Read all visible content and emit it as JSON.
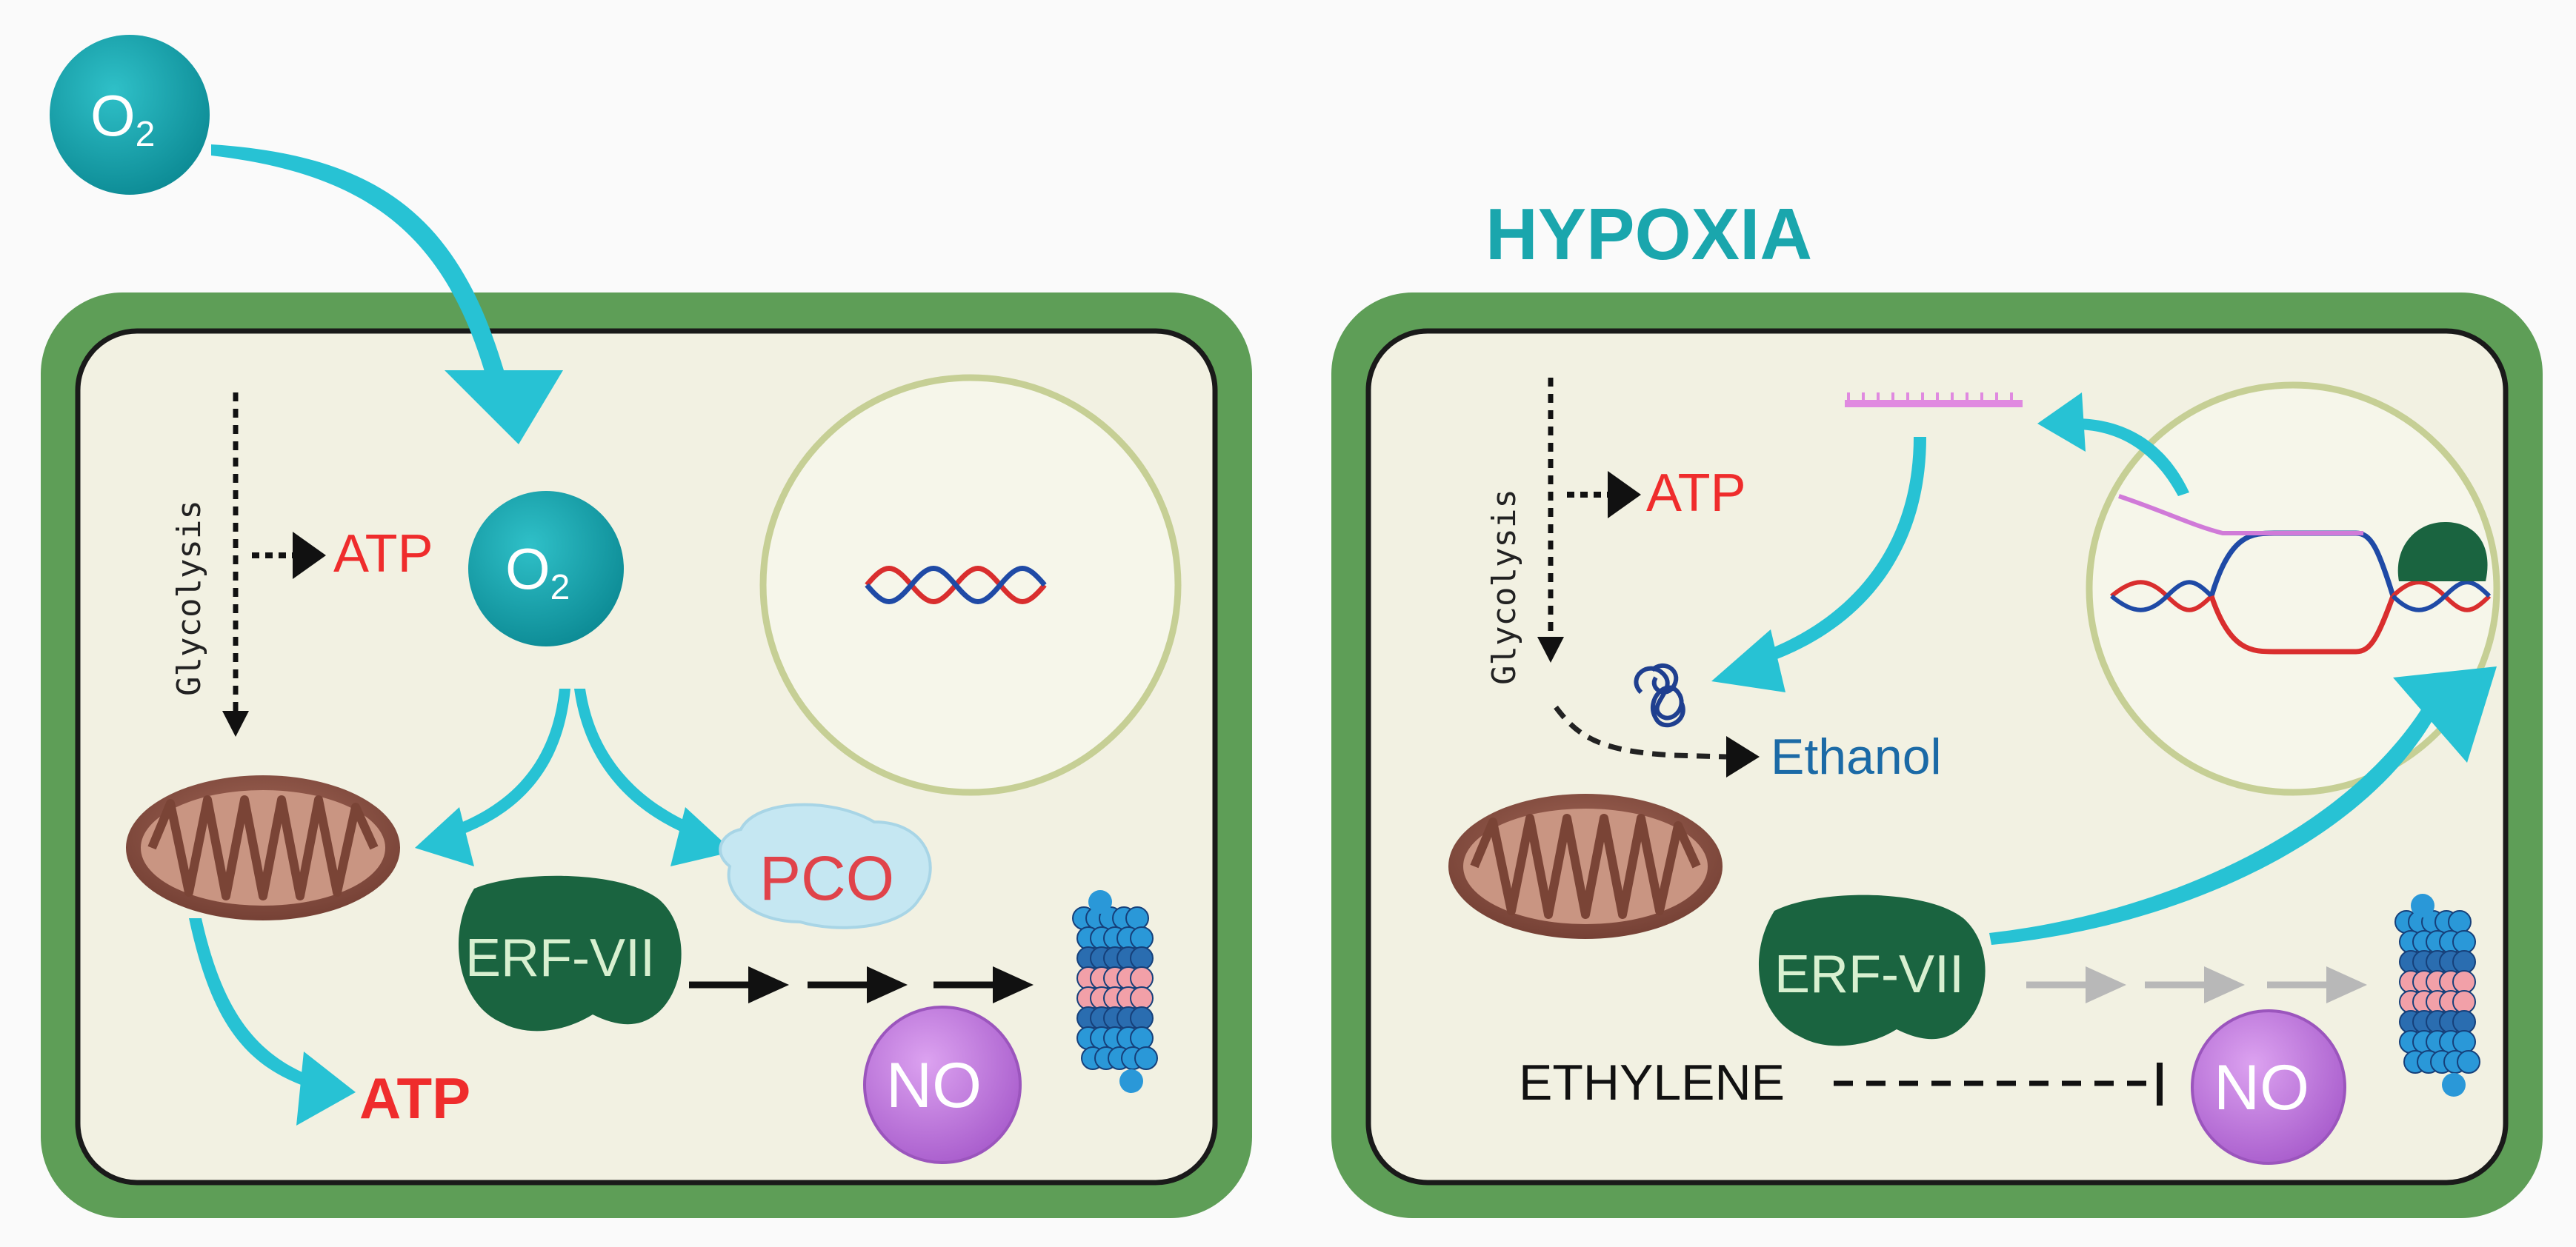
{
  "title": "HYPOXIA",
  "oxygen": {
    "base": "O",
    "sub": "2"
  },
  "left_cell": {
    "glycolysis": "Glycolysis",
    "atp_top": "ATP",
    "atp_bottom": "ATP",
    "pco": "PCO",
    "erf": "ERF-VII",
    "no": "NO"
  },
  "right_cell": {
    "glycolysis": "Glycolysis",
    "atp": "ATP",
    "ethanol": "Ethanol",
    "erf": "ERF-VII",
    "ethylene": "ETHYLENE",
    "no": "NO"
  },
  "colors": {
    "cell_wall": "#5e9e57",
    "cytoplasm": "#f2f1e2",
    "teal": "#1aa6ad",
    "arrow_cyan": "#27c2d4",
    "atp_red": "#ef2c2c",
    "erf_green": "#1a6440",
    "no_purple": "#c77ee0",
    "ethanol_blue": "#1b6aa6"
  }
}
